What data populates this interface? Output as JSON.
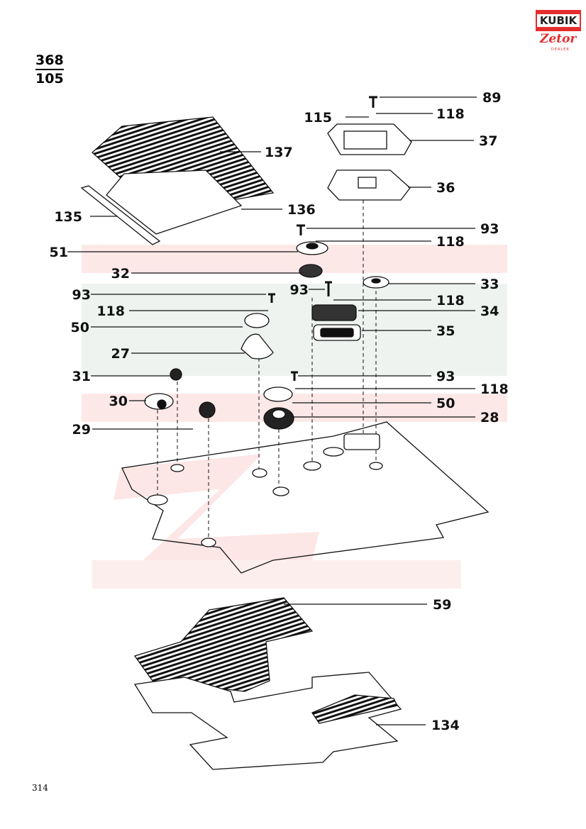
{
  "logo": {
    "brand": "KUBIK",
    "sub": "Zetor",
    "sub2": "DEALER"
  },
  "header": {
    "numerator": "368",
    "denominator": "105"
  },
  "watermark": {
    "kubik": "KUBIK",
    "zetor": "Zetor",
    "dealer": "DEALER"
  },
  "callouts": [
    "89",
    "115",
    "118",
    "37",
    "36",
    "137",
    "136",
    "135",
    "93",
    "118",
    "51",
    "32",
    "33",
    "93",
    "93",
    "118",
    "118",
    "34",
    "50",
    "35",
    "27",
    "31",
    "93",
    "118",
    "30",
    "50",
    "29",
    "28",
    "59",
    "134"
  ],
  "page_number": "314"
}
